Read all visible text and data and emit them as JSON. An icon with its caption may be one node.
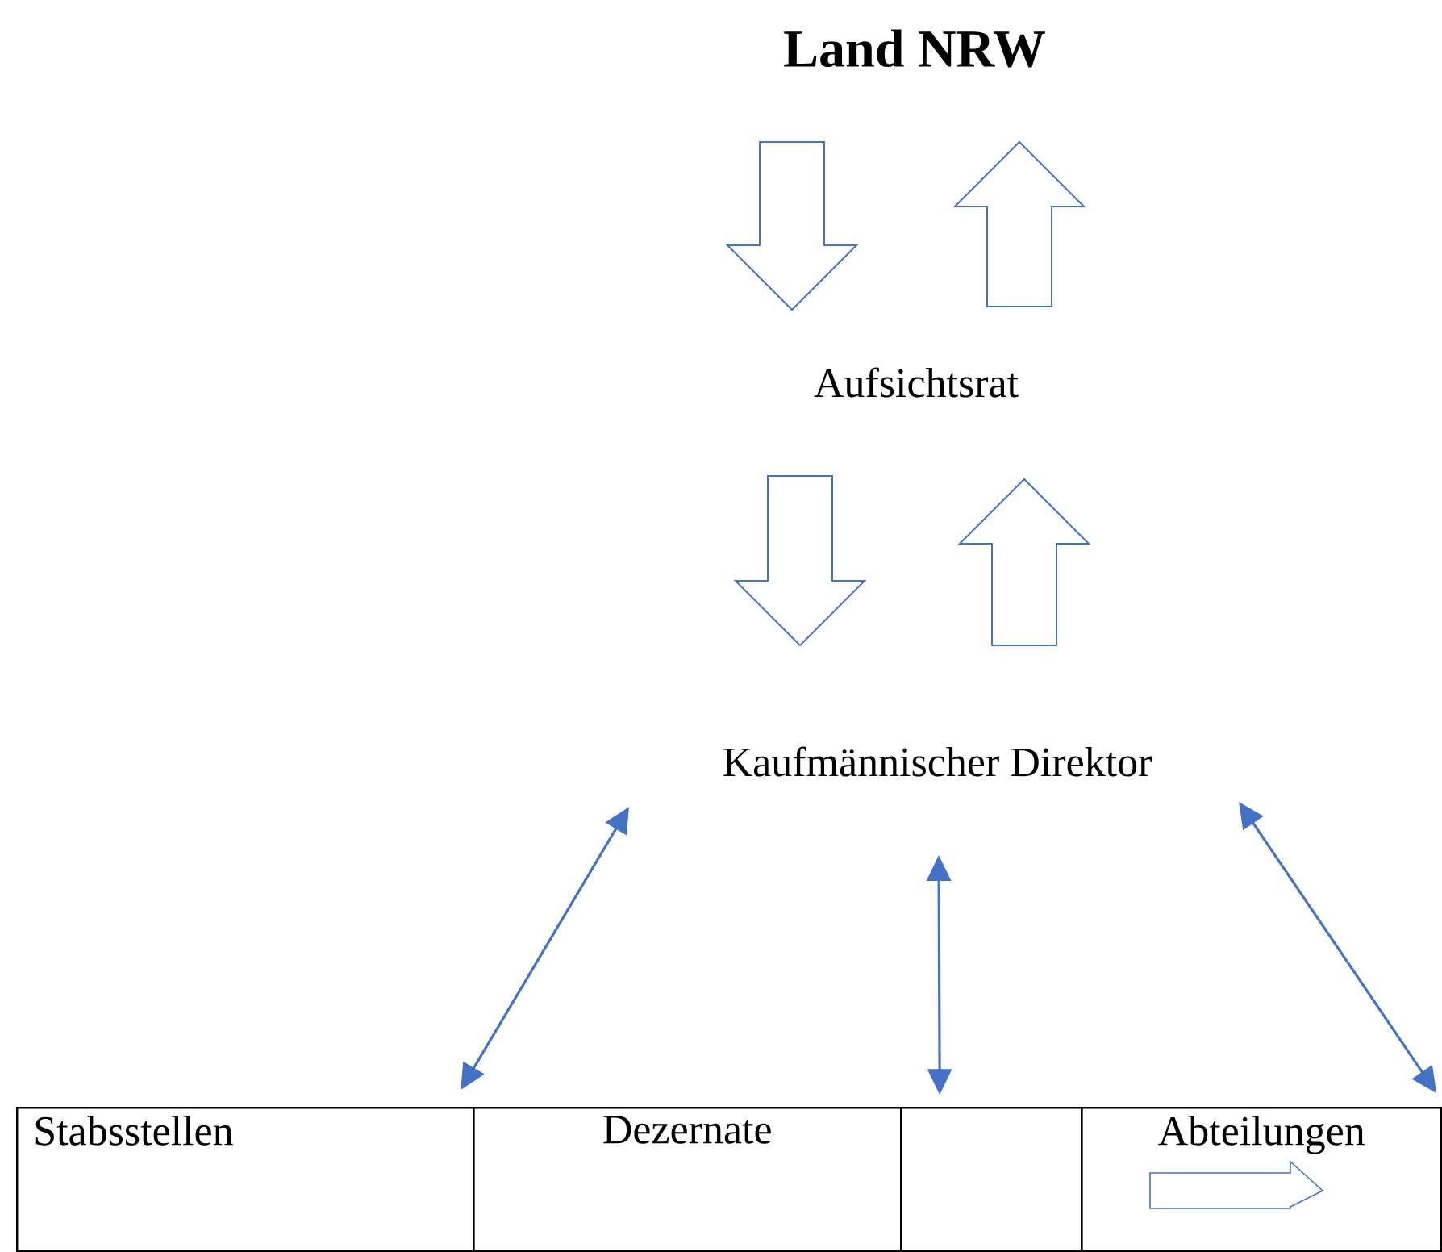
{
  "diagram": {
    "nodes": [
      {
        "text": [
          "Land NRW"
        ]
      },
      {
        "text": [
          "Aufsichtsrat"
        ]
      },
      {
        "text": [
          "Kaufmännischer Direktor"
        ]
      },
      {
        "text": [
          "Stabsstellen"
        ]
      },
      {
        "text": [
          "Dezernate"
        ]
      },
      {
        "text": [],
        "shape": "box"
      },
      {
        "text": [
          "Abteilungen"
        ]
      }
    ],
    "edges": [
      {
        "from": 0,
        "to": 1,
        "arrow": "to",
        "style": "thick"
      },
      {
        "from": 1,
        "to": 0,
        "arrow": "to",
        "style": "thick"
      },
      {
        "from": 1,
        "to": 2,
        "arrow": "to",
        "style": "thick"
      },
      {
        "from": 2,
        "to": 1,
        "arrow": "to",
        "style": "thick"
      },
      {
        "from": 2,
        "to": 3,
        "arrow": "both"
      },
      {
        "from": 2,
        "to": 5,
        "arrow": "both"
      },
      {
        "from": 2,
        "to": 6,
        "arrow": "both"
      }
    ]
  }
}
